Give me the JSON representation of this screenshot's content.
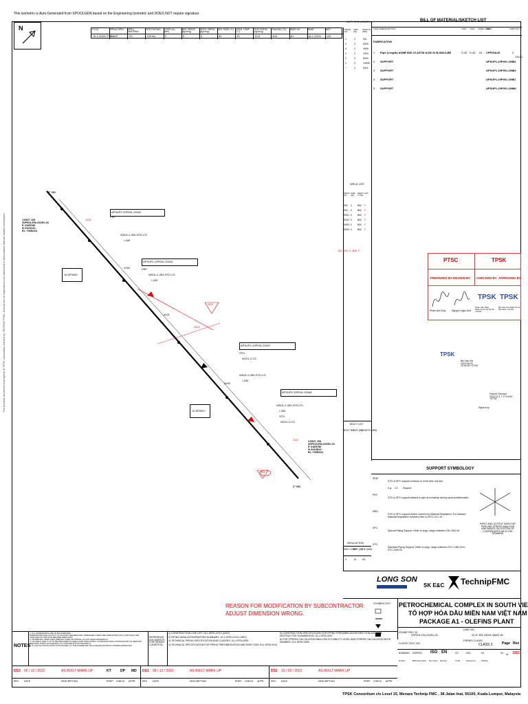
{
  "header_note": "This isometric is Auto-Generated from SPOOLGEN based on the Engineering Isometric and DOES NOT require signature",
  "north": "N",
  "line_table": {
    "headers": [
      "P & ID",
      "PIPING SPEC",
      "SPEC MATERIAL",
      "SPEC RATING",
      "CORR. ALL (mm)",
      "DES. PRESS (kg/cm²g)",
      "OPER. PRESS (kg/cm²g)",
      "DES TEMP (°C)",
      "OPER. TEMP (°C)",
      "TEST PRESS (kg/cm²g)",
      "TRACING (°C)",
      "PAINT NO",
      "PAINT",
      "INST"
    ],
    "values": [
      "OL1-20A3-2780",
      "A8AP",
      "CS",
      "150 lbs",
      "3",
      "9",
      "3",
      "80",
      "25",
      "13.5",
      "N/A",
      "A1",
      "ALL 100%",
      "100"
    ]
  },
  "cut_pipe": {
    "title": "CUT PIPE LENGTH",
    "headers": [
      "PIECE NO",
      "SIZE (IN)",
      "LENGTH (MM)"
    ],
    "rows": [
      [
        "1",
        "2",
        "511"
      ],
      [
        "2",
        "2",
        "6000"
      ],
      [
        "3",
        "2",
        "4999"
      ],
      [
        "4",
        "2",
        "1324"
      ],
      [
        "5",
        "2",
        "6000"
      ],
      [
        "6",
        "2",
        "13099"
      ],
      [
        "7",
        "2",
        "5421"
      ]
    ]
  },
  "bom": {
    "title": "BILL OF MATERIAL/SKETCH LIST",
    "headers": [
      "ITEM NO",
      "DESCRIPTION",
      "THK1",
      "THK2",
      "ASME CODE",
      "IDENT",
      "CMDTY",
      "QTY"
    ],
    "section": "FABRICATION",
    "rows": [
      {
        "no": "1",
        "desc": "Pipe (Length) ASME B36.10 ASTM A106 Gr.B,SMLS,BE",
        "thk1": "S-40",
        "thk2": "S-40",
        "code": "51",
        "ident": "CPP00A43",
        "qty": "2",
        "len": "13101"
      },
      {
        "no": "2",
        "desc": "SUPPORT",
        "ident": "APSUP1-20P001-20042",
        "qty": "1"
      },
      {
        "no": "3",
        "desc": "SUPPORT",
        "ident": "APSUP1-20P001-20043",
        "qty": "1"
      },
      {
        "no": "4",
        "desc": "SUPPORT",
        "ident": "APSUP1-20P001-20047",
        "qty": "1"
      },
      {
        "no": "5",
        "desc": "SUPPORT",
        "ident": "APSUP1-20P001-20048",
        "qty": "1"
      }
    ]
  },
  "weld_list": {
    "title": "WELD LIST",
    "headers": [
      "WELD NO",
      "SIZE (IN)",
      "WELD TYPE",
      "CAT"
    ],
    "rows": [
      [
        "001",
        "2",
        "BW",
        "F"
      ],
      [
        "002",
        "2",
        "BW",
        "F"
      ],
      [
        "S001",
        "2",
        "BW",
        "F"
      ],
      [
        "S002",
        "2",
        "BW",
        "F"
      ],
      [
        "S003",
        "2",
        "BW",
        "F"
      ],
      [
        "S004",
        "2",
        "BW",
        "F"
      ]
    ],
    "extra": [
      "5A",
      "004",
      "2",
      "BW",
      "F"
    ]
  },
  "bolt_list": {
    "title": "BOLT LIST",
    "headers": [
      "BOLT NO",
      "SIZE (IN)",
      "LENGTH (MM)"
    ]
  },
  "insulation": {
    "title": "INSULATION",
    "headers": [
      "INSL CODE",
      "SIZE (IN)",
      "THK (MM)"
    ],
    "row": [
      "2",
      "N",
      "00"
    ]
  },
  "approval": {
    "ptsc": "PTSC",
    "tpsk": "TPSK",
    "prepared": "PREPARED BY",
    "review": "REVIEW BY",
    "checked": "CHECKED BY",
    "approved": "APPROVED BY",
    "sig1": "Pham Anh Duy",
    "sig2": "Nguyen Ngoc Anh",
    "sig3": "Phan Van Phat 2022.12.21 10:42:26 +07'00'",
    "sig4": "Bui Van Hoi 2022.12.21 08:10:57 +07'00'",
    "sig5": "Bui Van Hoi 2022.06.25 10:09:04 +07'00'",
    "sig6": "Franck Chenaut 2022.12.1 7 17:04:54 +07'00'",
    "signed": "Signed by",
    "tpsk_logo": "TPSK"
  },
  "support_symbology": {
    "title": "SUPPORT SYMBOLOGY",
    "items": [
      {
        "code": "SDM",
        "text": "STD or SPC support common to more than one line",
        "eg": "e.g.",
        "ref": "1/1",
        "detail": "Support"
      },
      {
        "code": "PRF",
        "text": "STD or SPC support welded to pipe at workshop during spool prefabrication"
      },
      {
        "code": "MRS",
        "text": "STD or SPC support device covered by Material Requisition. For relevant Material Requisition numbers refer to MTO-13 C-01"
      },
      {
        "code": "SPC",
        "text": "Special Piping Support. Refer to supp. dwgs collection OH-1300.00"
      },
      {
        "code": "STD",
        "text": "Standard Piping Support. Refer to supp. dwgs collection STC-1381.00 to STC-1390.00"
      }
    ],
    "io_note": "INPUT AND OUTPUT DATA FOR PIPELINE STRESS ANALYSIS ARE BASED ON SYSTEM OF COORDINATES AS IN THE DRAWING"
  },
  "logos": {
    "longson": "LONG SON",
    "sk": "SK E&C",
    "technip": "TechnipFMC"
  },
  "project": {
    "symbology": "SYMBOLOGY",
    "line1": "PETROCHEMICAL COMPLEX IN SOUTH VIETNAM",
    "line2": "TỔ HỢP HÓA DẦU MIỀN NAM VIỆT NAM",
    "line3": "PACKAGE A1 - OLEFINS PLANT",
    "iso_label": "ISOMETRIC ID",
    "iso_val": "20P001-EN-23251-01",
    "line_no_label": "LINE NO",
    "line_no": "10-5\"-EN-23251-A8AP-NI",
    "client_doc": "CLIENT DOC NO",
    "pipe_class": "PIPING CLASS",
    "class_val": "CLASS 2",
    "page": "Page",
    "rev": "Rev",
    "doc_no": "0286090",
    "unit": "20P001",
    "iso": "ISO",
    "en": "EN",
    "seq": "23",
    "no": "251",
    "sub": "01",
    "page_val": "01",
    "of": "of",
    "rev_val": "DS3",
    "doc_cols": [
      "Project",
      "BFD Area Num.",
      "Doc Type",
      "Service",
      "Code",
      "Sequence",
      "Subline"
    ]
  },
  "notes": {
    "title": "NOTES",
    "ref_title": "REFERENCE DOCUMENTS FOR DESIGN CONDITION",
    "left": [
      "1. ALL DIMENSIONS ARE IN MILLIMETERS",
      "DIMENSIONS AND LAYOUT OF SOCKET WELDED AND THREADED LINES ARE INDICATIVE ONLY AND SHALL BE CHECKED AT JOB SITE BEFORE ERECTION",
      "2. ISOMETRIC SKETCHES PREVAIL OVER 2D PIPING LAYOUT AREA DRAWINGS",
      "3. NO WELD AND CUT TO BE PROVIDED IN AREA LIMIT INDICATION. CONSTRUCTION CONTRACTOR TO IDENTIFY WELDING POINT ACCORDING TO CONSTRUCTION STRATEGY",
      "4. IF CALCULATION NOTE IS ATTACHED TO THE ISOMETRIC NO CHANGE WITHOUT STRESS APPROVAL"
    ],
    "mid": [
      "1) CONSTRUCTION LINE LIST: OL1-SP00-XXXX (UNIT)",
      "2) PIPING INSULATION/PAINTING SUMMARY: OL1-SP00-XXXX (UNIT)",
      "3) TECHNICAL PIPING SPECIFICATION AND CLASSES: OL1-SP04-0001",
      "4) TECHNICAL SPECIFICATION FOR PIPING PREFABRICATION AND ERECTION: OL1-SP00-0012"
    ],
    "right": [
      "5) CONSTRUCTION SPECIFICATION FOR PIPING PREFABRICATION ERECTION AND NON DESTRUCTIVE EXAMINATION: OL1-SP00-0007",
      "6) FOR STRESS CALCULATION ANALYSIS FLEXIBILITY LEVEL AND STRESS CALCULATION NOTE NUMBER: OL1-SP00-0008"
    ]
  },
  "revisions": [
    {
      "rev": "DS3",
      "date": "06 / 12 / 2022",
      "desc": "AS-BUILT MARK UP",
      "prep": "KT",
      "chk": "DP",
      "appr": "MD"
    },
    {
      "rev": "DS1",
      "date": "08 / 12 / 2020",
      "desc": "AS-BUILT MARK UP"
    },
    {
      "rev": "DS2",
      "date": "19 / 05 / 2022",
      "desc": "AS-BUILT MARK UP"
    }
  ],
  "rev_headers": [
    "REV",
    "DATE",
    "DESCRIPTION",
    "PREP",
    "CHECK",
    "APPR"
  ],
  "modification": [
    "REASON FOR MODIFICATION BY SUBCONTRACTOR:",
    "ADJUST DIMENSION WRONG."
  ],
  "footer": "TPSK Consortium c/o Level 15, Menara Technip FMC , 38 Jalan Inai, 55100, Kuala Lumpur, Malaysia",
  "side_text": "The present document is property of TPSK consortium formed by TECHNIP FMC. It must not be reproduced nor disclosed to third parties without written permission.",
  "iso_labels": {
    "cont1": [
      "CONT. ON",
      "20P001-EN-23251-01",
      "E 2185780",
      "N 2424124",
      "EL +005234"
    ],
    "cont2": [
      "CONT. ON",
      "20P010-EN-23251-01",
      "E 2185780",
      "N 2410813",
      "EL +005234"
    ],
    "sup1": "OLSP0050",
    "sup2": "OLSP0007",
    "tag1": "APSUP1-20P001-20042",
    "tag2": "APSUP1-20P001-20043",
    "tag3": "APSUP1-20P001-20047",
    "tag4": "APSUP1-20P001-20048",
    "ws1": "WS01-2-350-STD-CS",
    "ws2": "WS01-2-350-STD-CS",
    "ws3": "WS01-2-350-STD-CS",
    "ws4": "WS01-2-350-STD-CS",
    "val180": "/-180",
    "prf": "PRF",
    "std": "STD",
    "w01": "W101-2-CS",
    "dims": [
      "1124",
      "4760",
      "5421",
      "6000",
      "2227",
      "1111"
    ],
    "red_tags": [
      "1124",
      "2227",
      "1000",
      "S04"
    ],
    "ns1": "2\" NS",
    "ns2": "2\" NS"
  }
}
